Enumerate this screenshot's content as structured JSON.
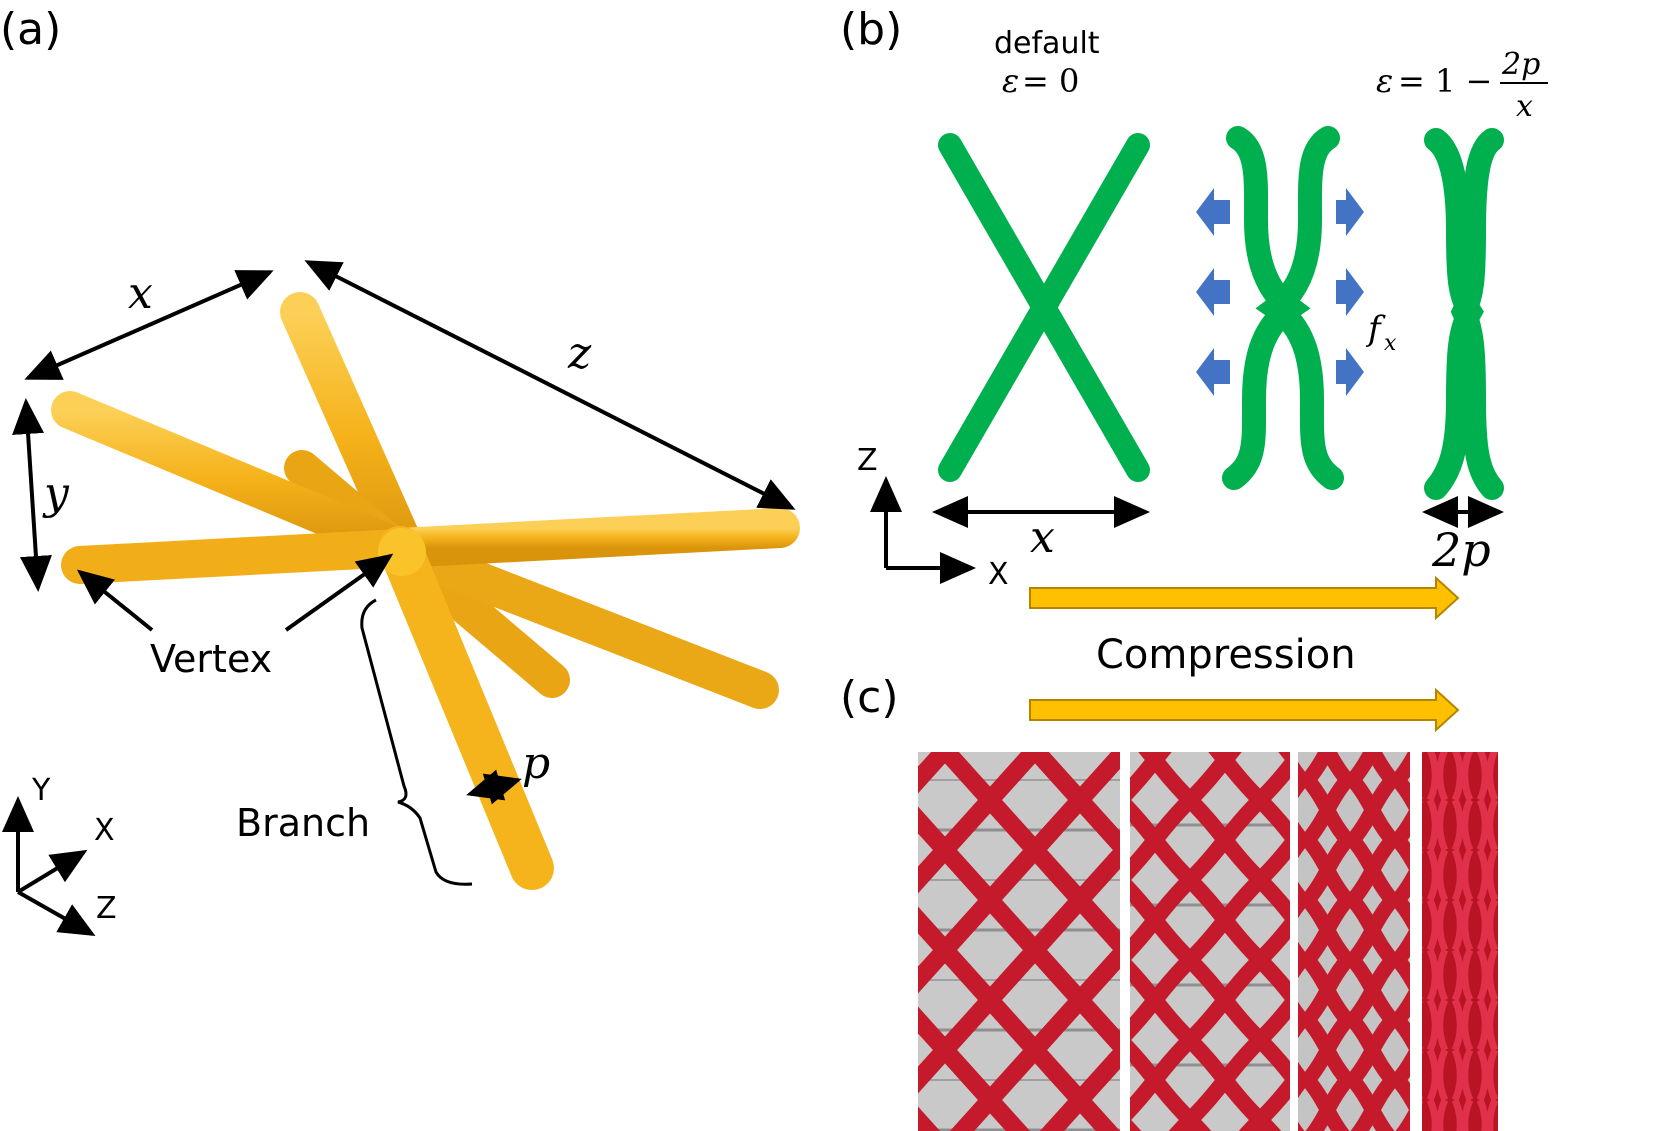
{
  "panels": {
    "a": "(a)",
    "b": "(b)",
    "c": "(c)"
  },
  "panel_a": {
    "dim_x": "x",
    "dim_y": "y",
    "dim_z": "z",
    "dim_p": "p",
    "vertex_label": "Vertex",
    "branch_label": "Branch",
    "axis_y": "Y",
    "axis_x": "X",
    "axis_z": "Z"
  },
  "panel_b": {
    "default_label": "default",
    "eps": "ε",
    "eq_zero": "= 0",
    "eq_one_minus": "= 1 −",
    "frac_num": "2p",
    "frac_den": "x",
    "force_f": "f",
    "force_sub": "x",
    "width_x": "x",
    "width_2p": "2p",
    "axis_z": "Z",
    "axis_x": "X",
    "compression_label": "Compression"
  },
  "colors": {
    "strut": "#f5b21a",
    "lattice": "#00b04f",
    "force_arrow": "#4472c4",
    "compression_arrow": "#ffc000",
    "photo_red": "#c41a2c",
    "photo_bg": "#c8c8c8"
  }
}
